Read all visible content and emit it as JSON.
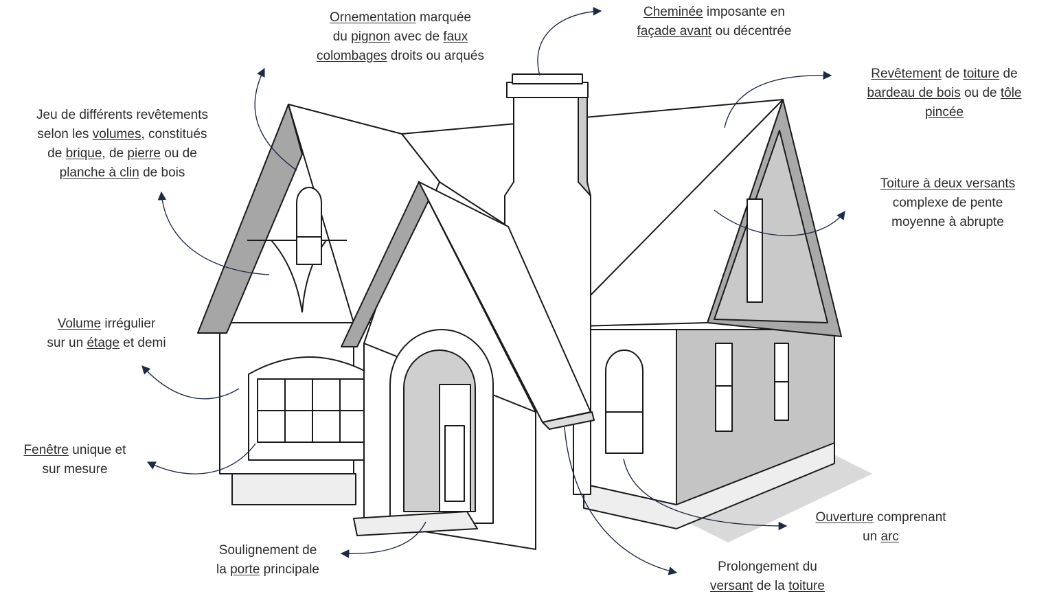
{
  "colors": {
    "arrow": "#1f2a44",
    "outline": "#1a1a1a",
    "wall": "#ffffff",
    "shade": "#bdbdbd",
    "shadow": "#d4d4d4"
  },
  "annotations": [
    {
      "id": "ornementation",
      "lines": [
        [
          {
            "t": "Ornementation",
            "u": true
          },
          {
            "t": " marquée"
          }
        ],
        [
          {
            "t": "du "
          },
          {
            "t": "pignon",
            "u": true
          },
          {
            "t": " avec de "
          },
          {
            "t": "faux",
            "u": true
          }
        ],
        [
          {
            "t": "colombages",
            "u": true
          },
          {
            "t": " droits ou arqués"
          }
        ]
      ]
    },
    {
      "id": "cheminee",
      "lines": [
        [
          {
            "t": "Cheminée",
            "u": true
          },
          {
            "t": " imposante en"
          }
        ],
        [
          {
            "t": "façade avant",
            "u": true
          },
          {
            "t": " ou décentrée"
          }
        ]
      ]
    },
    {
      "id": "revetement-toiture",
      "lines": [
        [
          {
            "t": "Revêtement",
            "u": true
          },
          {
            "t": " de "
          },
          {
            "t": "toiture",
            "u": true
          },
          {
            "t": " de"
          }
        ],
        [
          {
            "t": "bardeau de bois",
            "u": true
          },
          {
            "t": " ou de "
          },
          {
            "t": "tôle",
            "u": true
          }
        ],
        [
          {
            "t": "pincée",
            "u": true
          }
        ]
      ]
    },
    {
      "id": "revetements",
      "lines": [
        [
          {
            "t": "Jeu de différents revêtements"
          }
        ],
        [
          {
            "t": "selon les "
          },
          {
            "t": "volumes",
            "u": true
          },
          {
            "t": ", constitués"
          }
        ],
        [
          {
            "t": "de "
          },
          {
            "t": "brique",
            "u": true
          },
          {
            "t": ", de "
          },
          {
            "t": "pierre",
            "u": true
          },
          {
            "t": " ou de"
          }
        ],
        [
          {
            "t": "planche à clin",
            "u": true
          },
          {
            "t": " de bois"
          }
        ]
      ]
    },
    {
      "id": "toiture",
      "lines": [
        [
          {
            "t": "Toiture à deux versants",
            "u": true
          }
        ],
        [
          {
            "t": "complexe de pente"
          }
        ],
        [
          {
            "t": "moyenne à abrupte"
          }
        ]
      ]
    },
    {
      "id": "volume",
      "lines": [
        [
          {
            "t": "Volume",
            "u": true
          },
          {
            "t": " irrégulier"
          }
        ],
        [
          {
            "t": "sur un "
          },
          {
            "t": "étage",
            "u": true
          },
          {
            "t": " et demi"
          }
        ]
      ]
    },
    {
      "id": "fenetre",
      "lines": [
        [
          {
            "t": "Fenêtre",
            "u": true
          },
          {
            "t": " unique et"
          }
        ],
        [
          {
            "t": "sur mesure"
          }
        ]
      ]
    },
    {
      "id": "ouverture",
      "lines": [
        [
          {
            "t": "Ouverture",
            "u": true
          },
          {
            "t": " comprenant"
          }
        ],
        [
          {
            "t": "un "
          },
          {
            "t": "arc",
            "u": true
          }
        ]
      ]
    },
    {
      "id": "soulignement",
      "lines": [
        [
          {
            "t": "Soulignement de"
          }
        ],
        [
          {
            "t": "la "
          },
          {
            "t": "porte",
            "u": true
          },
          {
            "t": " principale"
          }
        ]
      ]
    },
    {
      "id": "prolongement",
      "lines": [
        [
          {
            "t": "Prolongement du"
          }
        ],
        [
          {
            "t": "versant",
            "u": true
          },
          {
            "t": " de la "
          },
          {
            "t": "toiture",
            "u": true
          }
        ]
      ]
    }
  ]
}
